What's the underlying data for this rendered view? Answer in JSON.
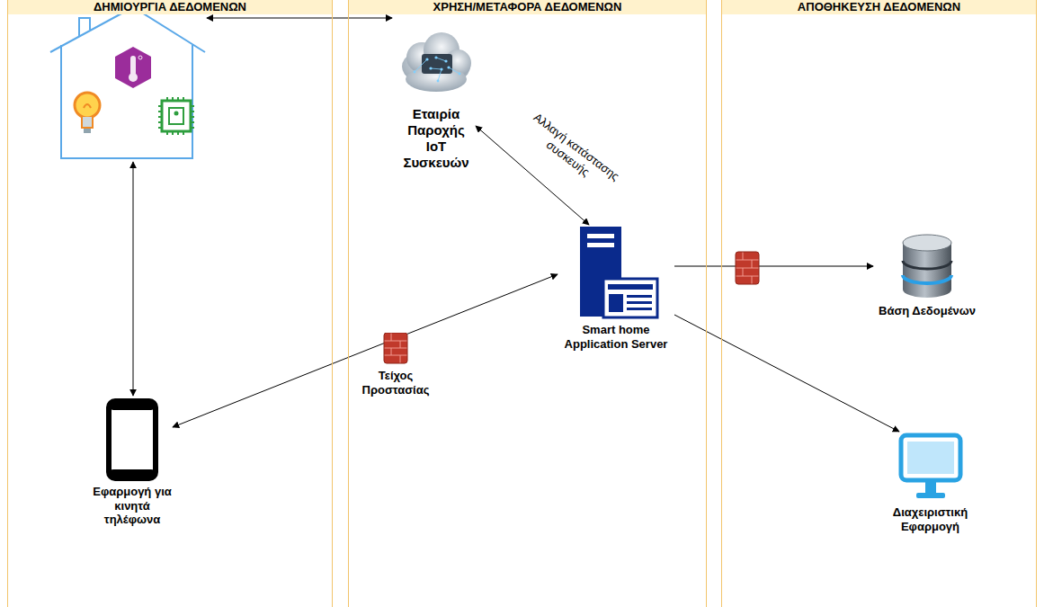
{
  "diagram": {
    "nodes": [
      {
        "text": [
          "ΔΗΜΙΟΥΡΓΙΑ ΔΕΔΟΜΕΝΩΝ"
        ]
      },
      {
        "text": [
          "ΧΡΗΣΗ/ΜΕΤΑΦΟΡΑ ΔΕΔΟΜΕΝΩΝ"
        ]
      },
      {
        "text": [
          "ΑΠΟΘΗΚΕΥΣΗ ΔΕΔΟΜΕΝΩΝ"
        ]
      },
      {
        "text": [
          "Εταιρία Παροχής IoT Συσκευών"
        ],
        "in": 1
      },
      {
        "text": [
          "Smart home Application Server"
        ],
        "in": 1
      },
      {
        "text": [
          "Τείχος Προστασίας"
        ],
        "in": 1
      },
      {
        "text": [
          "Εφαρμογή για κινητά τηλέφωνα"
        ],
        "in": 0
      },
      {
        "text": [
          "Βάση Δεδομένων"
        ],
        "in": 2
      },
      {
        "text": [
          "Διαχειριστική Εφαρμογή"
        ],
        "in": 2
      }
    ],
    "edges": [
      {
        "from": 6,
        "to": 4,
        "arrow": "both"
      },
      {
        "from": 3,
        "to": 4,
        "label": "Αλλαγή κατάστασης συσκευής",
        "arrow": "both"
      },
      {
        "from": 4,
        "to": 7,
        "arrow": "to"
      },
      {
        "from": 4,
        "to": 8,
        "arrow": "to"
      }
    ]
  }
}
